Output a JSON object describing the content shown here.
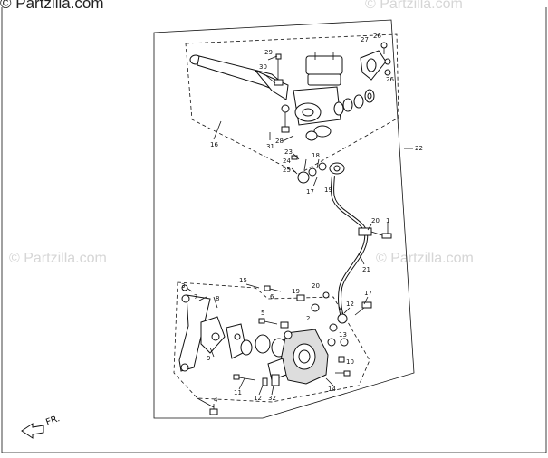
{
  "watermarks": {
    "top_left": "© Partzilla.com",
    "top_right": "© Partzilla.com",
    "mid_left": "© Partzilla.com",
    "mid_right": "© Partzilla.com"
  },
  "direction_label": "FR.",
  "callouts": {
    "c1": "1",
    "c2": "2",
    "c3": "3",
    "c4": "4",
    "c5": "5",
    "c6": "6",
    "c7": "7",
    "c8": "8",
    "c9": "9",
    "c10": "10",
    "c11": "11",
    "c12": "12",
    "c13": "13",
    "c14": "14",
    "c15": "15",
    "c16": "16",
    "c17": "17",
    "c17b": "17",
    "c18": "18",
    "c19": "19",
    "c20": "20",
    "c20b": "20",
    "c21": "21",
    "c22": "22",
    "c23": "23",
    "c24": "24",
    "c25": "25",
    "c26": "26",
    "c26b": "26",
    "c27": "27",
    "c28": "28",
    "c29": "29",
    "c30": "30",
    "c31": "31",
    "c32": "32"
  }
}
